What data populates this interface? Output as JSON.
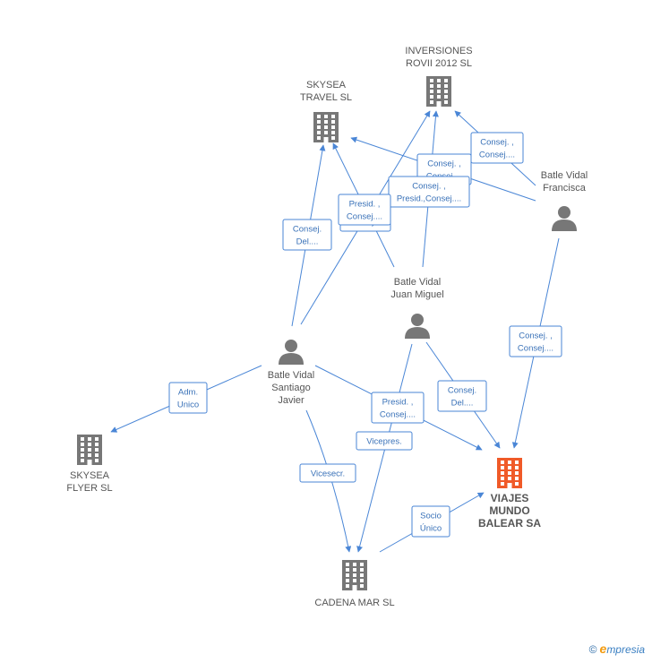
{
  "colors": {
    "edge": "#4a86d6",
    "company": "#777777",
    "main_company": "#f05a28",
    "person": "#777777",
    "label_border": "#4a86d6"
  },
  "nodes": [
    {
      "id": "inversiones",
      "type": "company",
      "lines": [
        "INVERSIONES",
        "ROVII 2012 SL"
      ]
    },
    {
      "id": "skysea_travel",
      "type": "company",
      "lines": [
        "SKYSEA",
        "TRAVEL  SL"
      ]
    },
    {
      "id": "batle_francisca",
      "type": "person",
      "lines": [
        "Batle Vidal",
        "Francisca"
      ]
    },
    {
      "id": "batle_juan",
      "type": "person",
      "lines": [
        "Batle Vidal",
        "Juan Miguel"
      ]
    },
    {
      "id": "batle_santiago",
      "type": "person",
      "lines": [
        "Batle Vidal",
        "Santiago",
        "Javier"
      ]
    },
    {
      "id": "skysea_flyer",
      "type": "company",
      "lines": [
        "SKYSEA",
        "FLYER  SL"
      ]
    },
    {
      "id": "viajes",
      "type": "main",
      "lines": [
        "VIAJES",
        "MUNDO",
        "BALEAR SA"
      ]
    },
    {
      "id": "cadena",
      "type": "company",
      "lines": [
        "CADENA MAR SL"
      ]
    }
  ],
  "edge_labels": [
    {
      "id": "francisca_inversiones",
      "lines": [
        "Consej. ,",
        "Consej...."
      ]
    },
    {
      "id": "francisca_skysea",
      "lines": [
        "Consej. ,",
        "Consej...."
      ]
    },
    {
      "id": "juan_inversiones",
      "lines": [
        "Consej. ,",
        "Presid.,Consej...."
      ]
    },
    {
      "id": "juan_skysea",
      "lines": [
        "Consej. ,",
        "Consej...."
      ]
    },
    {
      "id": "santiago_inversiones",
      "lines": [
        "Presid. ,",
        "Consej...."
      ]
    },
    {
      "id": "santiago_skysea",
      "lines": [
        "Consej.",
        "Del...."
      ]
    },
    {
      "id": "francisca_viajes",
      "lines": [
        "Consej. ,",
        "Consej...."
      ]
    },
    {
      "id": "santiago_flyer",
      "lines": [
        "Adm.",
        "Unico"
      ]
    },
    {
      "id": "santiago_viajes",
      "lines": [
        "Presid. ,",
        "Consej...."
      ]
    },
    {
      "id": "juan_viajes",
      "lines": [
        "Consej.",
        "Del...."
      ]
    },
    {
      "id": "juan_cadena",
      "lines": [
        "Vicepres."
      ]
    },
    {
      "id": "santiago_cadena",
      "lines": [
        "Vicesecr."
      ]
    },
    {
      "id": "cadena_viajes",
      "lines": [
        "Socio",
        "Único"
      ]
    }
  ],
  "footer": {
    "copyright": "©",
    "brand_initial": "e",
    "brand_rest": "mpresia"
  }
}
